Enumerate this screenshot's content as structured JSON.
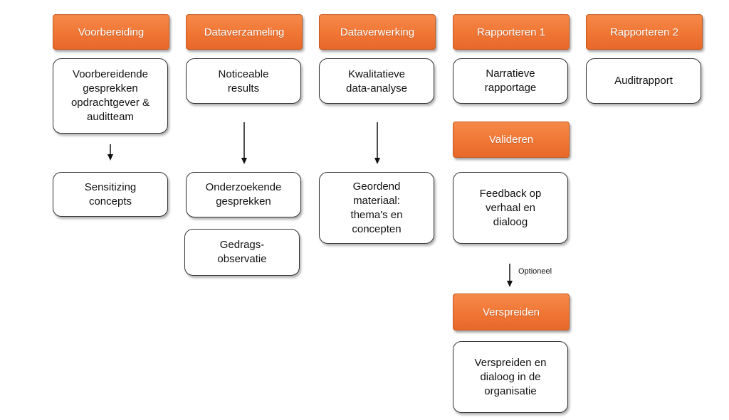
{
  "headers": {
    "voorbereiding": "Voorbereiding",
    "dataverzameling": "Dataverzameling",
    "dataverwerking": "Dataverwerking",
    "rapporteren1": "Rapporteren 1",
    "rapporteren2": "Rapporteren 2",
    "valideren": "Valideren",
    "verspreiden": "Verspreiden"
  },
  "boxes": {
    "voorbereidende": "Voorbereidende\ngesprekken\nopdrachtgever &\nauditteam",
    "sensitizing": "Sensitizing\nconcepts",
    "noticeable": "Noticeable\nresults",
    "onderzoekende": "Onderzoekende\ngesprekken",
    "gedrags": "Gedrags-\nobservatie",
    "kwalitatieve": "Kwalitatieve\ndata-analyse",
    "geordend": "Geordend\nmateriaal:\nthema's en\nconcepten",
    "narratieve": "Narratieve\nrapportage",
    "auditrapport": "Auditrapport",
    "feedback": "Feedback op\nverhaal en\ndialoog",
    "verspreiden_dialoog": "Verspreiden en\ndialoog in de\norganisatie"
  },
  "annotations": {
    "optioneel": "Optioneel"
  },
  "colors": {
    "header_orange": "#f07634",
    "box_border": "#333333"
  }
}
